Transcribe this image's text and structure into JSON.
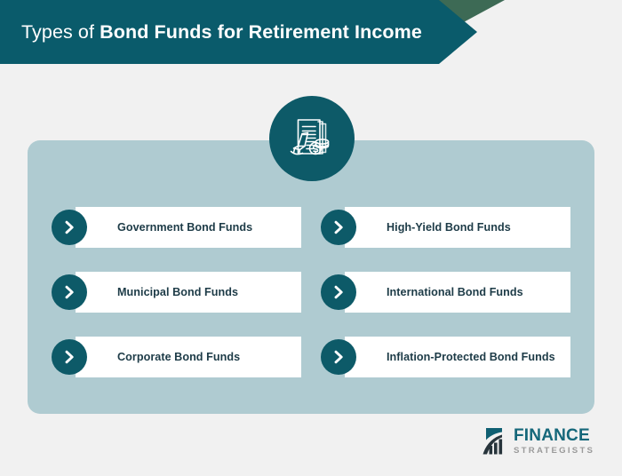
{
  "header": {
    "title_light": "Types of ",
    "title_bold": "Bond Funds for Retirement Income",
    "banner_color": "#0a5b6b",
    "accent_color": "#3d6a55"
  },
  "hero_icon": {
    "name": "bond-certificate-rocking-chair-coins-icon",
    "circle_color": "#0d5a68",
    "stroke_color": "#ffffff"
  },
  "panel": {
    "background_color": "#afcbd1"
  },
  "items": [
    {
      "label": "Government Bond Funds",
      "bullet_icon": "chevron-right-icon"
    },
    {
      "label": "High-Yield Bond Funds",
      "bullet_icon": "chevron-right-icon"
    },
    {
      "label": "Municipal Bond Funds",
      "bullet_icon": "chevron-right-icon"
    },
    {
      "label": "International Bond Funds",
      "bullet_icon": "chevron-right-icon"
    },
    {
      "label": "Corporate Bond Funds",
      "bullet_icon": "chevron-right-icon"
    },
    {
      "label": "Inflation-Protected Bond Funds",
      "bullet_icon": "chevron-right-icon"
    }
  ],
  "item_style": {
    "card_color": "#ffffff",
    "bullet_color": "#0d5a68",
    "text_color": "#1d3b47"
  },
  "logo": {
    "name": "Finance",
    "name_display": "FINANCE",
    "subtitle": "STRATEGISTS",
    "mark_icon": "finance-strategists-bridge-mark",
    "name_color": "#15677a",
    "subtitle_color": "#9a9a9a"
  },
  "background_color": "#f1f1f1"
}
